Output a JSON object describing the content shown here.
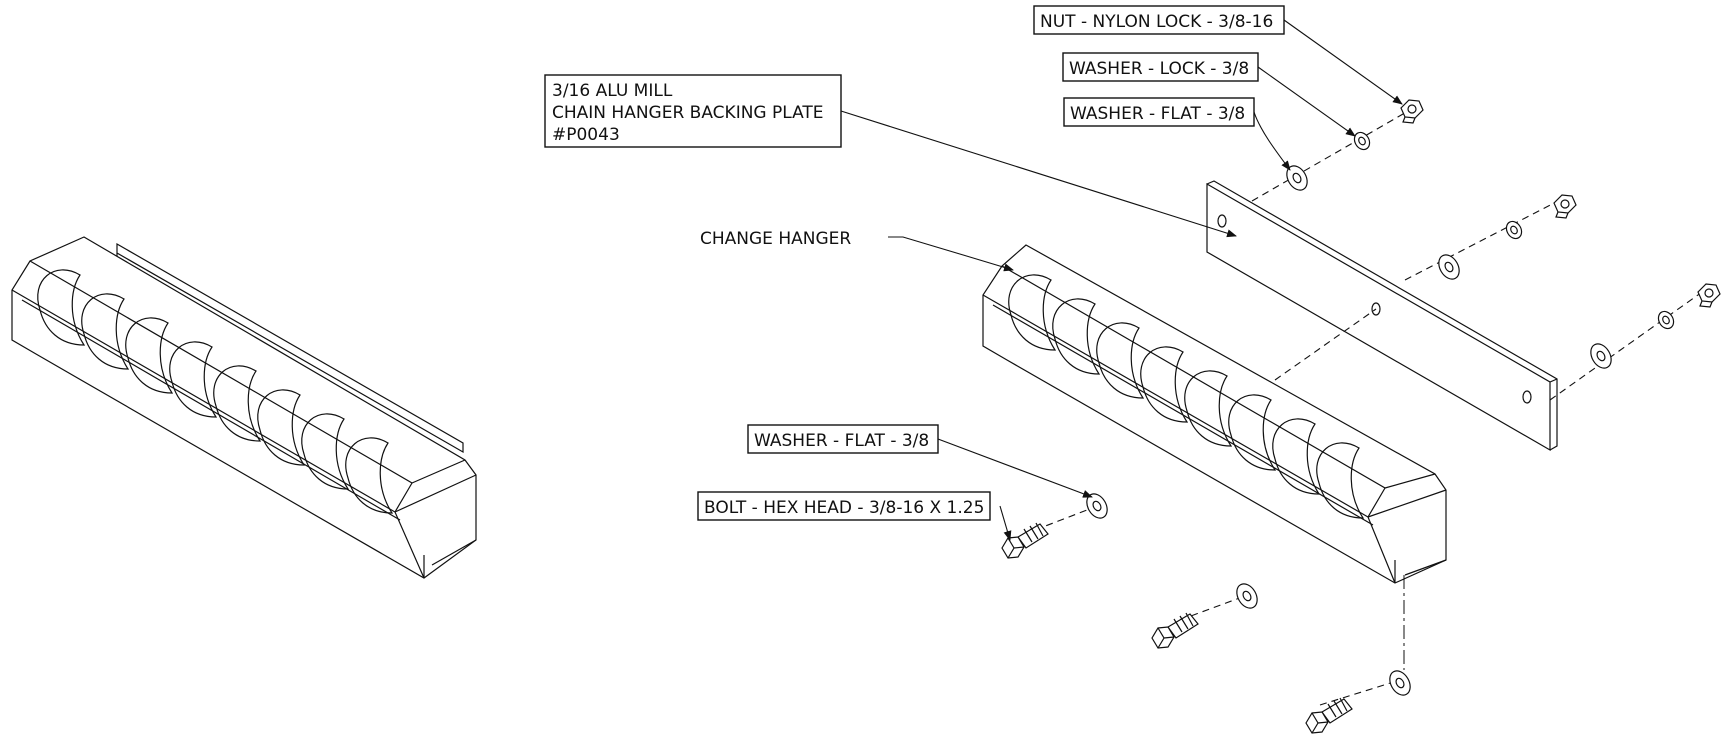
{
  "callouts": {
    "nut": "NUT - NYLON LOCK - 3/8-16",
    "lock_washer": "WASHER - LOCK - 3/8",
    "flat_washer_top": "WASHER - FLAT - 3/8",
    "backing_plate_line1": "3/16 ALU MILL",
    "backing_plate_line2": "CHAIN HANGER BACKING PLATE",
    "backing_plate_line3": "#P0043",
    "chain_hanger": "CHANGE HANGER",
    "flat_washer_bottom": "WASHER - FLAT - 3/8",
    "bolt": "BOLT - HEX HEAD - 3/8-16 X 1.25"
  },
  "icons": [
    "hex-nut-icon",
    "lock-washer-icon",
    "flat-washer-icon",
    "hex-bolt-icon"
  ]
}
